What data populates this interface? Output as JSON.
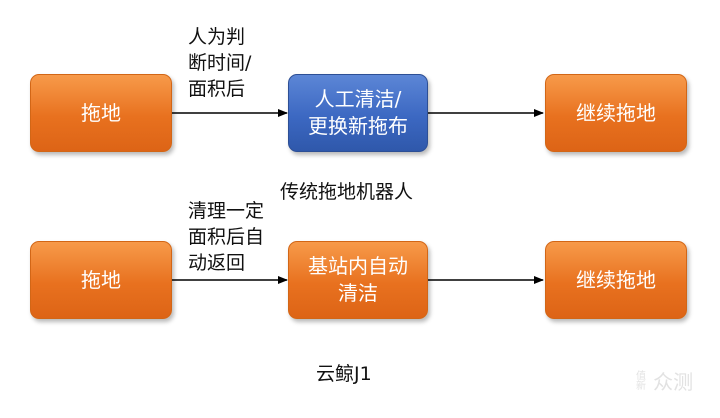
{
  "row1": {
    "start_box": "拖地",
    "condition": "人为判\n断时间/\n面积后",
    "middle_box": "人工清洁/\n更换新拖布",
    "end_box": "继续拖地",
    "caption": "传统拖地机器人"
  },
  "row2": {
    "start_box": "拖地",
    "condition": "清理一定\n面积后自\n动返回",
    "middle_box": "基站内自动\n清洁",
    "end_box": "继续拖地",
    "caption": "云鲸J1"
  },
  "colors": {
    "orange": "#e8711f",
    "blue": "#3c68c2",
    "arrow": "#000000"
  },
  "watermark": {
    "glyph_top": "值",
    "glyph_bottom": "新",
    "text": "众测"
  }
}
